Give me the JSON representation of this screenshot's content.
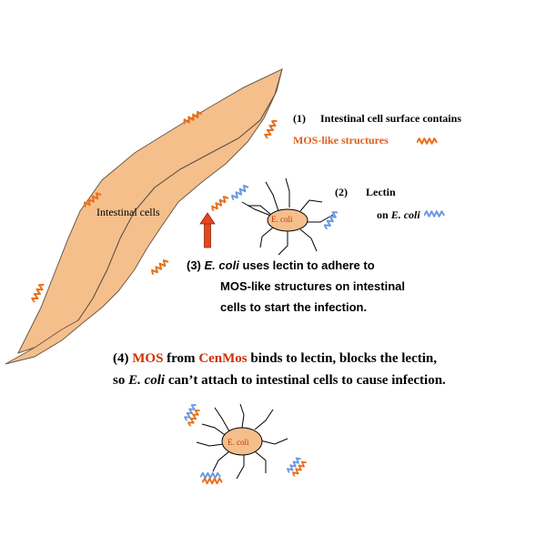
{
  "colors": {
    "cell_fill": "#f5bf8c",
    "cell_stroke": "#6b5a48",
    "mos_orange": "#e8701c",
    "lectin_blue": "#6b9ae0",
    "arrow_red": "#e8451c",
    "ecoli_fill": "#f5bf8c",
    "highlight_text": "#cc3300"
  },
  "labels": {
    "intestinal_cells": "Intestinal cells",
    "ecoli_top": "E. coli",
    "ecoli_bottom": "E. coli"
  },
  "step1": {
    "num": "(1)",
    "text": "Intestinal cell surface contains",
    "highlight": "MOS-like structures"
  },
  "step2": {
    "num": "(2)",
    "text": "Lectin",
    "on": "on",
    "organism": "E. coli"
  },
  "step3": {
    "num": "(3)",
    "organism": "E. coli",
    "line1_rest": "uses lectin to adhere to",
    "line2": "MOS-like structures on intestinal",
    "line3": "cells to start the infection."
  },
  "step4": {
    "num": "(4)",
    "mos": "MOS",
    "from": "from",
    "cenmos": "CenMos",
    "line1_rest": "binds to lectin, blocks the lectin,",
    "so": "so",
    "organism": "E. coli",
    "line2_rest": "can’t attach to intestinal cells to cause infection."
  },
  "icons": {
    "mos": "orange-zigzag-icon",
    "lectin": "blue-zigzag-icon",
    "arrow": "red-up-arrow-icon"
  }
}
